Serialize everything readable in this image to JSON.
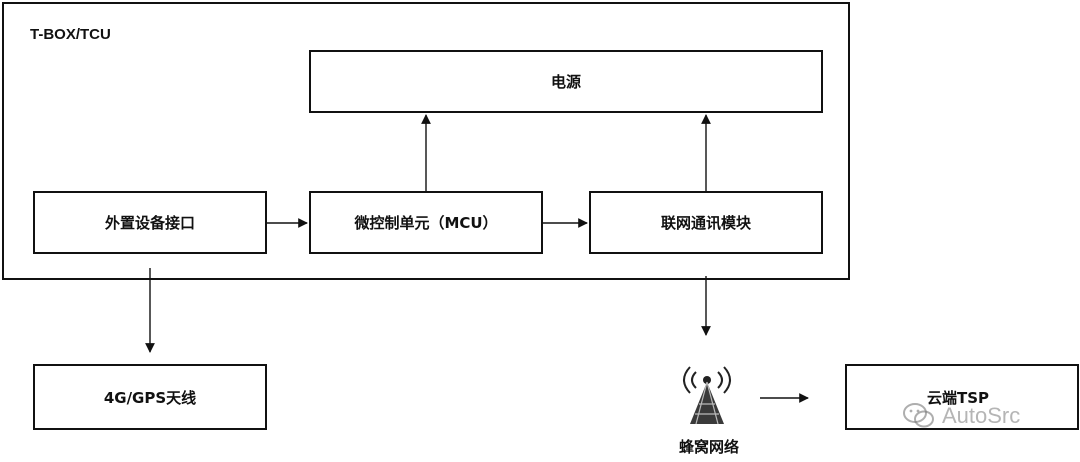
{
  "diagram": {
    "container_label": "T-BOX/TCU",
    "nodes": {
      "power": "电源",
      "external_interface": "外置设备接口",
      "mcu": "微控制单元（MCU）",
      "comm_module": "联网通讯模块",
      "antenna": "4G/GPS天线",
      "cellular": "蜂窝网络",
      "cloud": "云端TSP"
    },
    "edges": [
      {
        "from": "external_interface",
        "to": "mcu"
      },
      {
        "from": "mcu",
        "to": "comm_module"
      },
      {
        "from": "mcu",
        "to": "power"
      },
      {
        "from": "comm_module",
        "to": "power"
      },
      {
        "from": "external_interface",
        "to": "antenna"
      },
      {
        "from": "comm_module",
        "to": "cellular"
      },
      {
        "from": "cellular",
        "to": "cloud"
      }
    ]
  },
  "watermark": {
    "text": "AutoSrc",
    "icon": "wechat-icon"
  }
}
